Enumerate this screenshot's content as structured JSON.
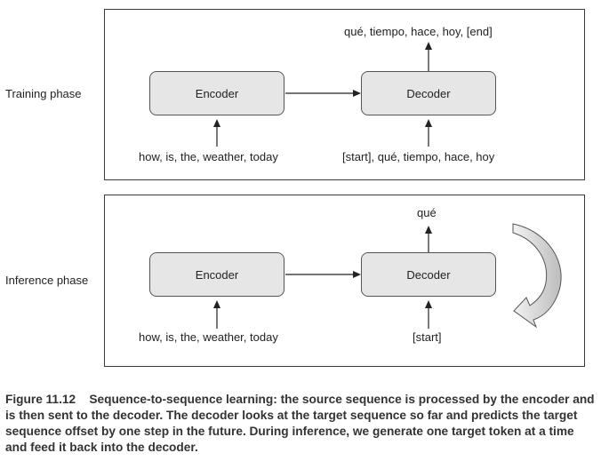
{
  "training": {
    "label": "Training phase",
    "encoder_label": "Encoder",
    "decoder_label": "Decoder",
    "encoder_input": "how, is, the, weather, today",
    "decoder_input": "[start], qué, tiempo, hace, hoy",
    "decoder_output": "qué, tiempo, hace, hoy, [end]"
  },
  "inference": {
    "label": "Inference phase",
    "encoder_label": "Encoder",
    "decoder_label": "Decoder",
    "encoder_input": "how, is, the, weather, today",
    "decoder_input": "[start]",
    "decoder_output": "qué"
  },
  "caption": {
    "figure_number": "Figure 11.12",
    "text": "Sequence-to-sequence learning: the source sequence is processed by the encoder and is then sent to the decoder. The decoder looks at the target sequence so far and predicts the target sequence offset by one step in the future. During inference, we generate one target token at a time and feed it back into the decoder."
  }
}
